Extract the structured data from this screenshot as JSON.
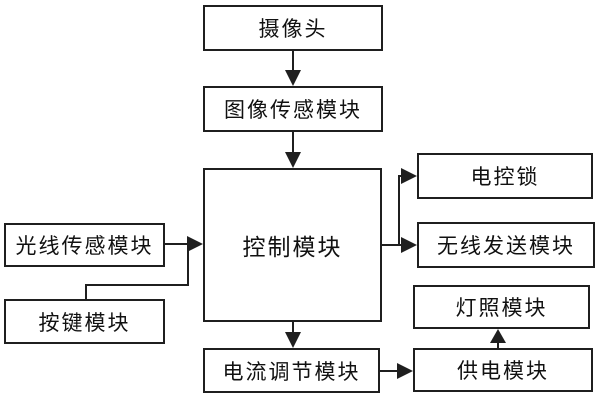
{
  "diagram": {
    "title": "door-control-system-block-diagram",
    "colors": {
      "background": "#ffffff",
      "line": "#1f1f1f",
      "text": "#111111"
    },
    "nodes": {
      "camera": {
        "label": "摄像头"
      },
      "image_sensor": {
        "label": "图像传感模块"
      },
      "control": {
        "label": "控制模块"
      },
      "light_sensor": {
        "label": "光线传感模块"
      },
      "key": {
        "label": "按键模块"
      },
      "lock": {
        "label": "电控锁"
      },
      "wireless": {
        "label": "无线发送模块"
      },
      "lighting": {
        "label": "灯照模块"
      },
      "power": {
        "label": "供电模块"
      },
      "current": {
        "label": "电流调节模块"
      }
    },
    "edges": [
      {
        "from": "camera",
        "to": "image_sensor"
      },
      {
        "from": "image_sensor",
        "to": "control"
      },
      {
        "from": "light_sensor",
        "to": "control"
      },
      {
        "from": "key",
        "to": "control"
      },
      {
        "from": "control",
        "to": "lock"
      },
      {
        "from": "control",
        "to": "wireless"
      },
      {
        "from": "control",
        "to": "current"
      },
      {
        "from": "current",
        "to": "power"
      },
      {
        "from": "power",
        "to": "lighting"
      }
    ]
  }
}
